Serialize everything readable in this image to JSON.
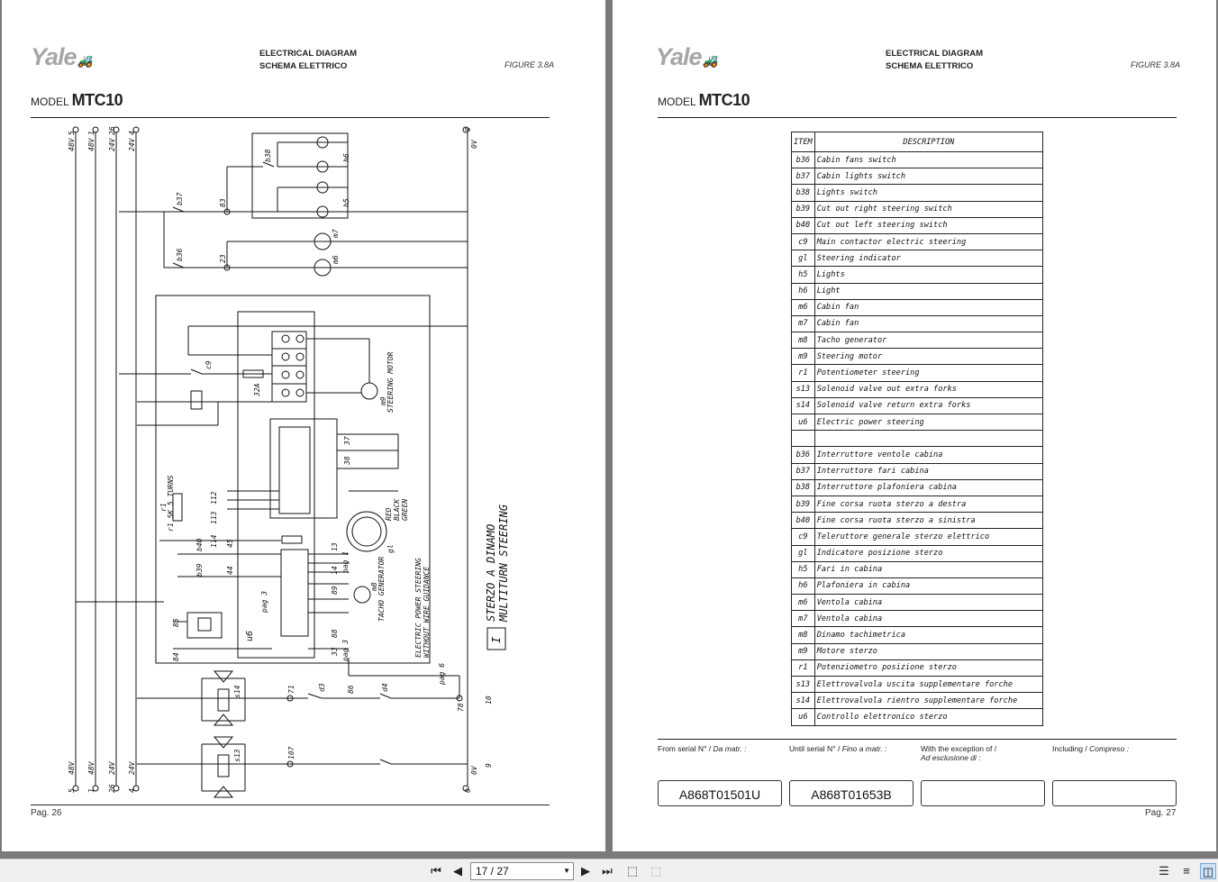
{
  "viewer": {
    "page_indicator": "17 / 27"
  },
  "left_page": {
    "logo": "Yale",
    "title_en": "ELECTRICAL DIAGRAM",
    "title_it": "SCHEMA ELETTRICO",
    "figure": "FIGURE 3.8A",
    "model_label": "MODEL",
    "model_value": "MTC10",
    "page_number": "Pag. 26",
    "diagram": {
      "rail_labels_top": [
        "48V",
        "48V",
        "24V",
        "24V"
      ],
      "rail_numbers_top": [
        "5",
        "1",
        "26",
        "4"
      ],
      "rail_labels_bottom": [
        "48V",
        "48V",
        "24V",
        "24V"
      ],
      "rail_numbers_bottom": [
        "5",
        "1",
        "26",
        "4"
      ],
      "ov_label": "0V",
      "ov_number": "0",
      "wire_labels": [
        "83",
        "23",
        "b37",
        "b38",
        "b36",
        "c9",
        "32A",
        "37",
        "38",
        "112",
        "113",
        "114",
        "45",
        "44",
        "85",
        "84",
        "13",
        "14",
        "89",
        "88",
        "33",
        "107",
        "71",
        "78",
        "86"
      ],
      "component_labels": [
        "h6",
        "h5",
        "m7",
        "m6",
        "b40",
        "b39",
        "s14",
        "s13",
        "d3",
        "d4",
        "u6",
        "r1",
        "gl",
        "m8",
        "m9"
      ],
      "steering_motor": "STEERING MOTOR",
      "tacho": "TACHO GENERATOR",
      "eps_line1": "ELECTRIC POWER STEERING",
      "eps_line2": "WITHOUT WIRE GUIDANCE",
      "pot_label": "r1 5K 5 TURNS",
      "wire_colors": [
        "RED",
        "BLACK",
        "GREEN"
      ],
      "pag_ref": "pag 1",
      "pag3_ref": "pag 3",
      "pag6_ref": "pag 6",
      "right_label_10": "10",
      "right_label_9": "9",
      "title_line1": "STERZO A DINAMO",
      "title_line2": "MULTITURN STEERING",
      "sheet": "I"
    }
  },
  "right_page": {
    "logo": "Yale",
    "title_en": "ELECTRICAL DIAGRAM",
    "title_it": "SCHEMA ELETTRICO",
    "figure": "FIGURE 3.8A",
    "model_label": "MODEL",
    "model_value": "MTC10",
    "page_number": "Pag. 27",
    "table": {
      "header_item": "ITEM",
      "header_desc": "DESCRIPTION",
      "rows": [
        {
          "item": "b36",
          "desc": "Cabin fans switch"
        },
        {
          "item": "b37",
          "desc": "Cabin lights switch"
        },
        {
          "item": "b38",
          "desc": "Lights switch"
        },
        {
          "item": "b39",
          "desc": "Cut out right steering switch"
        },
        {
          "item": "b40",
          "desc": "Cut out left steering switch"
        },
        {
          "item": "c9",
          "desc": "Main contactor electric steering"
        },
        {
          "item": "gl",
          "desc": "Steering indicator"
        },
        {
          "item": "h5",
          "desc": "Lights"
        },
        {
          "item": "h6",
          "desc": "Light"
        },
        {
          "item": "m6",
          "desc": "Cabin fan"
        },
        {
          "item": "m7",
          "desc": "Cabin fan"
        },
        {
          "item": "m8",
          "desc": "Tacho generator"
        },
        {
          "item": "m9",
          "desc": "Steering motor"
        },
        {
          "item": "r1",
          "desc": "Potentiometer steering"
        },
        {
          "item": "s13",
          "desc": "Solenoid valve out extra forks"
        },
        {
          "item": "s14",
          "desc": "Solenoid valve return extra forks"
        },
        {
          "item": "u6",
          "desc": "Electric power steering"
        },
        {
          "item": "",
          "desc": ""
        },
        {
          "item": "b36",
          "desc": "Interruttore ventole cabina"
        },
        {
          "item": "b37",
          "desc": "Interruttore fari cabina"
        },
        {
          "item": "b38",
          "desc": "Interruttore plafoniera cabina"
        },
        {
          "item": "b39",
          "desc": "Fine corsa ruota sterzo a destra"
        },
        {
          "item": "b40",
          "desc": "Fine corsa ruota sterzo a sinistra"
        },
        {
          "item": "c9",
          "desc": "Teleruttore generale sterzo elettrico"
        },
        {
          "item": "gl",
          "desc": "Indicatore posizione sterzo"
        },
        {
          "item": "h5",
          "desc": "Fari in cabina"
        },
        {
          "item": "h6",
          "desc": "Plafoniera in cabina"
        },
        {
          "item": "m6",
          "desc": "Ventola cabina"
        },
        {
          "item": "m7",
          "desc": "Ventola cabina"
        },
        {
          "item": "m8",
          "desc": "Dinamo tachimetrica"
        },
        {
          "item": "m9",
          "desc": "Motore sterzo"
        },
        {
          "item": "r1",
          "desc": "Potenziometro posizione sterzo"
        },
        {
          "item": "s13",
          "desc": "Elettrovalvola uscita supplementare forche"
        },
        {
          "item": "s14",
          "desc": "Elettrovalvola rientro supplementare forche"
        },
        {
          "item": "u6",
          "desc": "Controllo elettronico sterzo"
        }
      ]
    },
    "serial": {
      "from_en": "From serial N° /",
      "from_it": "Da matr. :",
      "until_en": "Until serial N° /",
      "until_it": "Fino a matr. :",
      "except_en": "With the exception of /",
      "except_it": "Ad esclusione di :",
      "incl_en": "Including /",
      "incl_it": "Compreso :",
      "from_value": "A868T01501U",
      "until_value": "A868T01653B",
      "except_value": "",
      "incl_value": ""
    }
  }
}
